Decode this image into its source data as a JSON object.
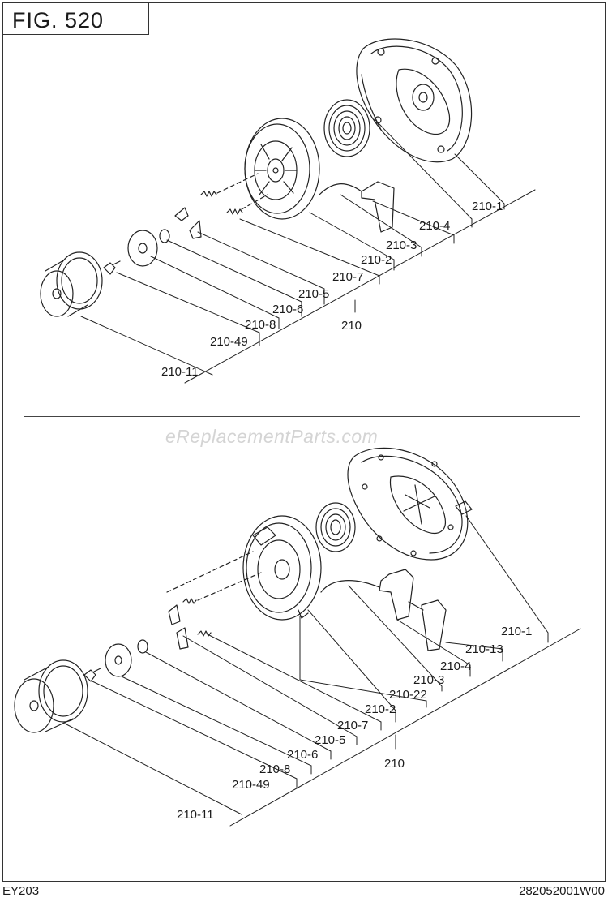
{
  "figure": {
    "title": "FIG.  520"
  },
  "watermark": "eReplacementParts.com",
  "footer": {
    "model": "EY203",
    "code": "282052001W00"
  },
  "top_diagram": {
    "callouts": {
      "c210_1": "210-1",
      "c210_4": "210-4",
      "c210_3": "210-3",
      "c210_2": "210-2",
      "c210_7": "210-7",
      "c210_5": "210-5",
      "c210_6": "210-6",
      "c210_8": "210-8",
      "c210": "210",
      "c210_49": "210-49",
      "c210_11": "210-11"
    }
  },
  "bottom_diagram": {
    "callouts": {
      "c210_1": "210-1",
      "c210_13": "210-13",
      "c210_4": "210-4",
      "c210_3": "210-3",
      "c210_22": "210-22",
      "c210_2": "210-2",
      "c210_7": "210-7",
      "c210_5": "210-5",
      "c210_6": "210-6",
      "c210_8": "210-8",
      "c210": "210",
      "c210_49": "210-49",
      "c210_11": "210-11"
    }
  }
}
